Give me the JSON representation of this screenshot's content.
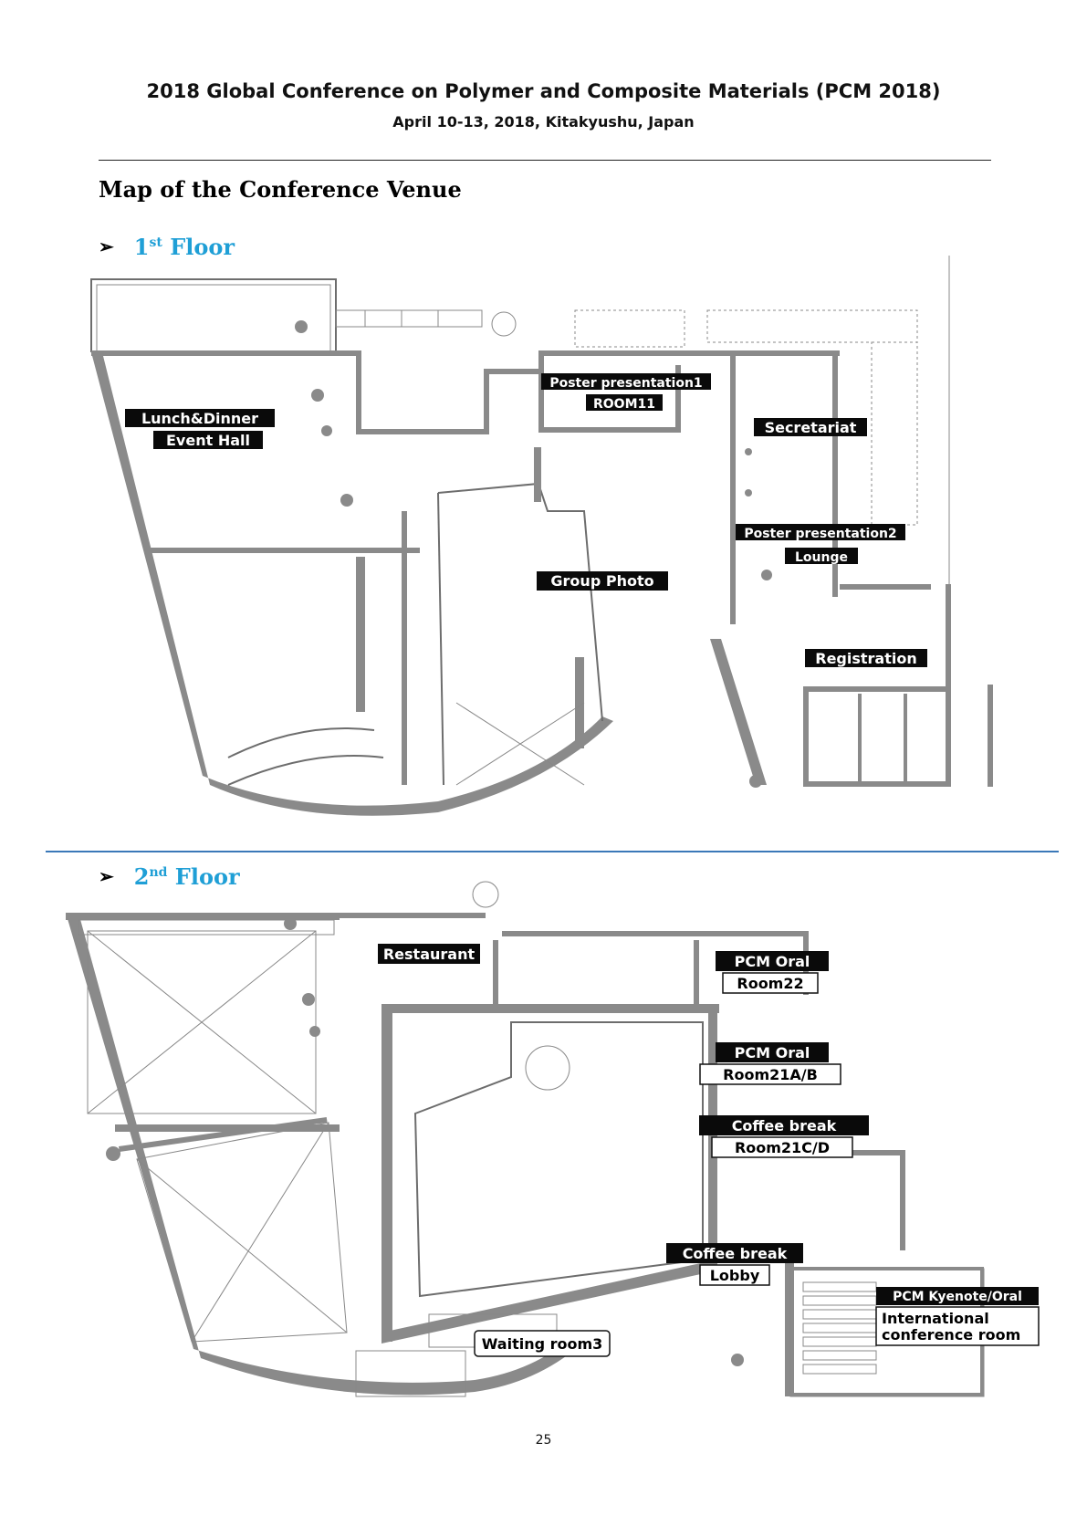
{
  "header": {
    "title": "2018 Global Conference on Polymer and Composite Materials (PCM 2018)",
    "subtitle": "April 10-13, 2018, Kitakyushu, Japan"
  },
  "section_title": "Map of the Conference Venue",
  "floor1": {
    "arrow": "➢",
    "num": "1",
    "sup": "st",
    "word": "Floor",
    "labels": {
      "lunch": "Lunch&Dinner",
      "event_hall": "Event Hall",
      "poster1": "Poster presentation1",
      "room11": "ROOM11",
      "secretariat": "Secretariat",
      "group_photo": "Group Photo",
      "poster2": "Poster presentation2",
      "lounge": "Lounge",
      "registration": "Registration"
    }
  },
  "floor2": {
    "arrow": "➢",
    "num": "2",
    "sup": "nd",
    "word": "Floor",
    "labels": {
      "restaurant": "Restaurant",
      "pcm_oral_1": "PCM Oral",
      "room22": "Room22",
      "pcm_oral_2": "PCM Oral",
      "room21ab": "Room21A/B",
      "coffee_1": "Coffee break",
      "room21cd": "Room21C/D",
      "coffee_2": "Coffee break",
      "lobby": "Lobby",
      "waiting": "Waiting room3",
      "pcm_keynote": "PCM Kyenote/Oral",
      "intl_1": "International",
      "intl_2": "conference room"
    }
  },
  "page_number": "25",
  "colors": {
    "heading_blue": "#1f9fd6",
    "separator_blue": "#3a78b8",
    "wall_gray": "#8a8a8a",
    "label_dark": "#0a0a0a"
  }
}
